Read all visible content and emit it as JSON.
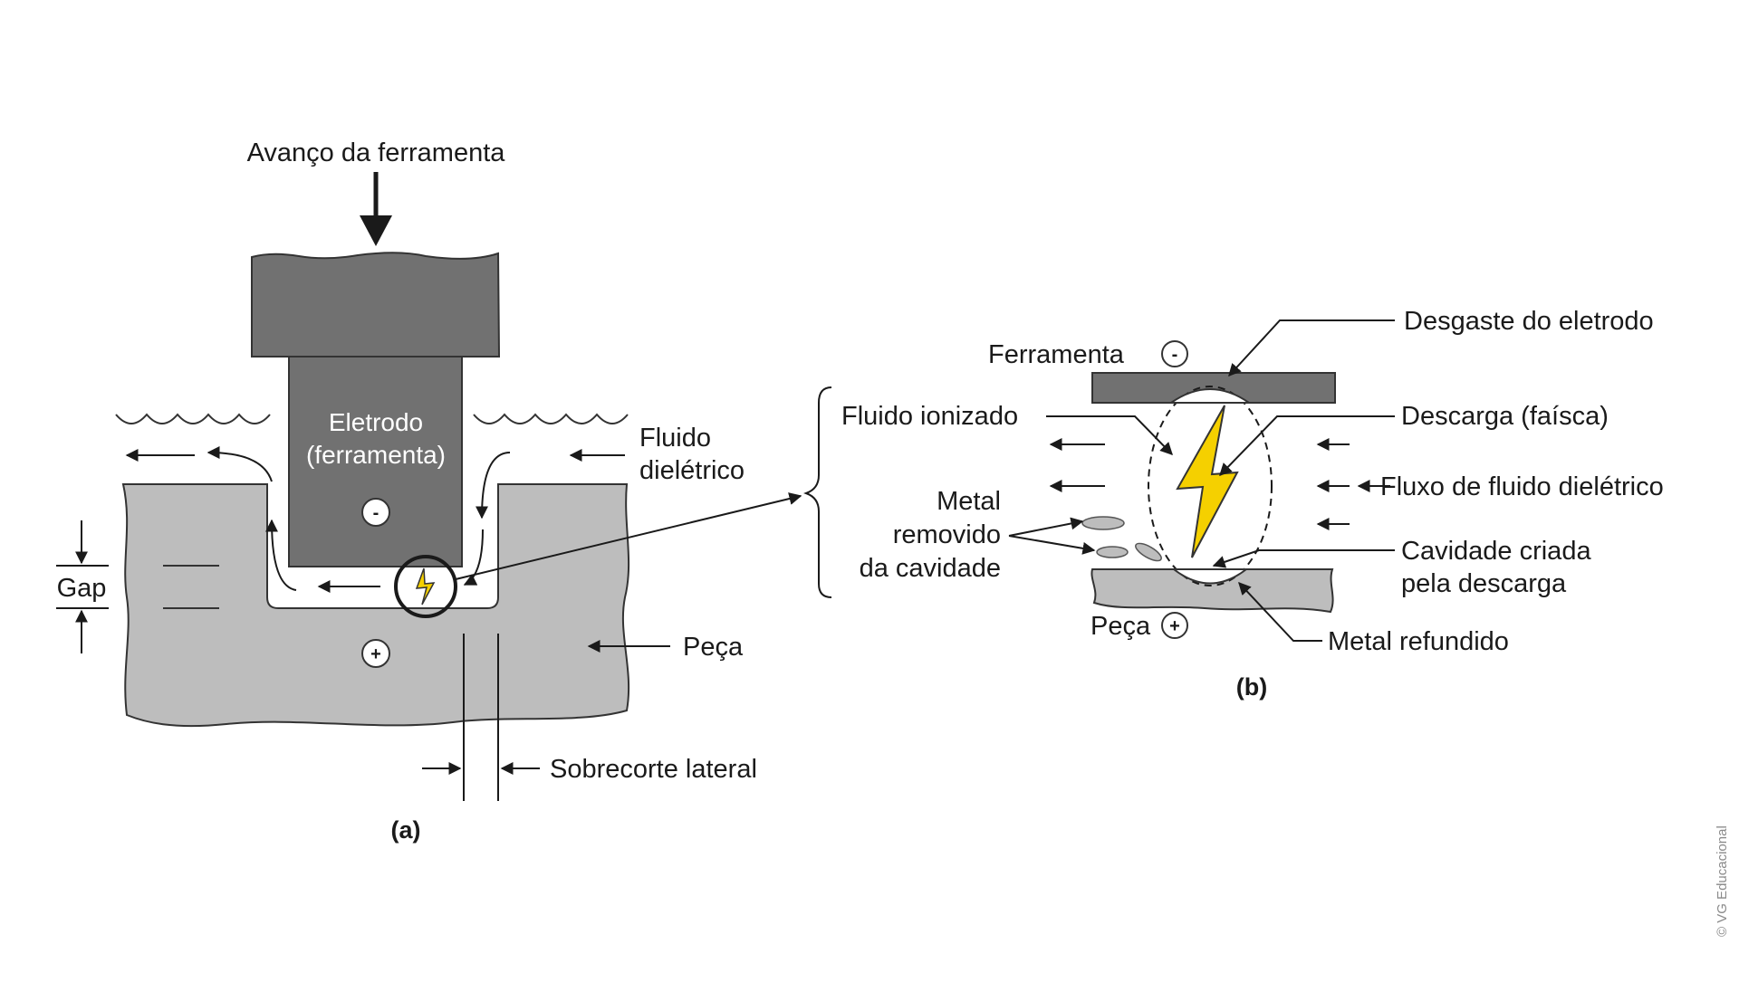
{
  "diagram_a": {
    "tool_feed": "Avanço da ferramenta",
    "electrode_line1": "Eletrodo",
    "electrode_line2": "(ferramenta)",
    "electrode_polarity": "-",
    "fluid_line1": "Fluido",
    "fluid_line2": "dielétrico",
    "gap": "Gap",
    "workpiece": "Peça",
    "workpiece_polarity": "+",
    "side_overcut": "Sobrecorte lateral",
    "caption": "(a)"
  },
  "diagram_b": {
    "tool": "Ferramenta",
    "tool_polarity": "-",
    "electrode_wear": "Desgaste do eletrodo",
    "ionized_fluid": "Fluido ionizado",
    "discharge": "Descarga (faísca)",
    "dielectric_flow": "Fluxo de fluido dielétrico",
    "removed_metal_line1": "Metal",
    "removed_metal_line2": "removido",
    "removed_metal_line3": "da cavidade",
    "cavity_line1": "Cavidade criada",
    "cavity_line2": "pela descarga",
    "workpiece": "Peça",
    "workpiece_polarity": "+",
    "recast_metal": "Metal refundido",
    "caption": "(b)"
  },
  "credit": "© VG Educacional",
  "colors": {
    "electrode": "#717171",
    "electrode_stroke": "#333333",
    "workpiece": "#bdbdbd",
    "spark": "#f5d000",
    "line": "#1a1a1a"
  }
}
